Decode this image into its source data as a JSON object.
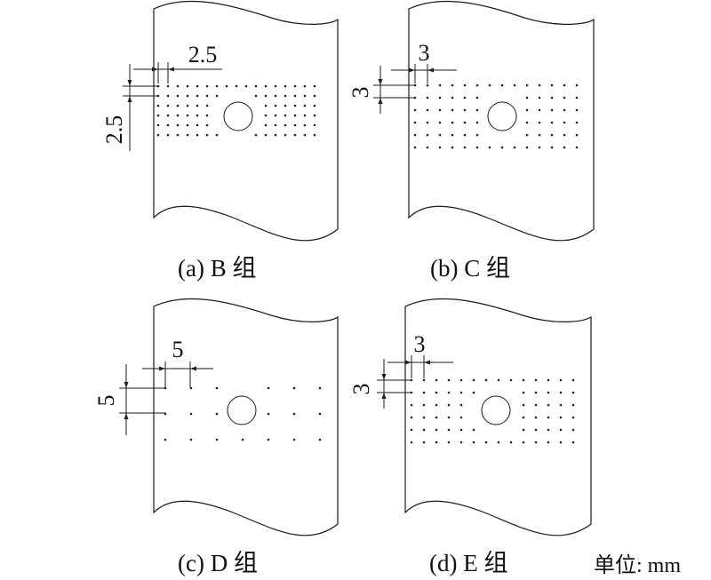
{
  "panels": [
    {
      "id": "a",
      "caption": "(a) B 组",
      "pitch_mm": 2.5,
      "pitch_x_label": "2.5",
      "pitch_y_label": "2.5"
    },
    {
      "id": "b",
      "caption": "(b) C 组",
      "pitch_mm": 3,
      "pitch_x_label": "3",
      "pitch_y_label": "3"
    },
    {
      "id": "c",
      "caption": "(c) D 组",
      "pitch_mm": 5,
      "pitch_x_label": "5",
      "pitch_y_label": "5"
    },
    {
      "id": "d",
      "caption": "(d) E 组",
      "pitch_mm": 3,
      "pitch_x_label": "3",
      "pitch_y_label": "3"
    }
  ],
  "unit_label": "单位: mm"
}
